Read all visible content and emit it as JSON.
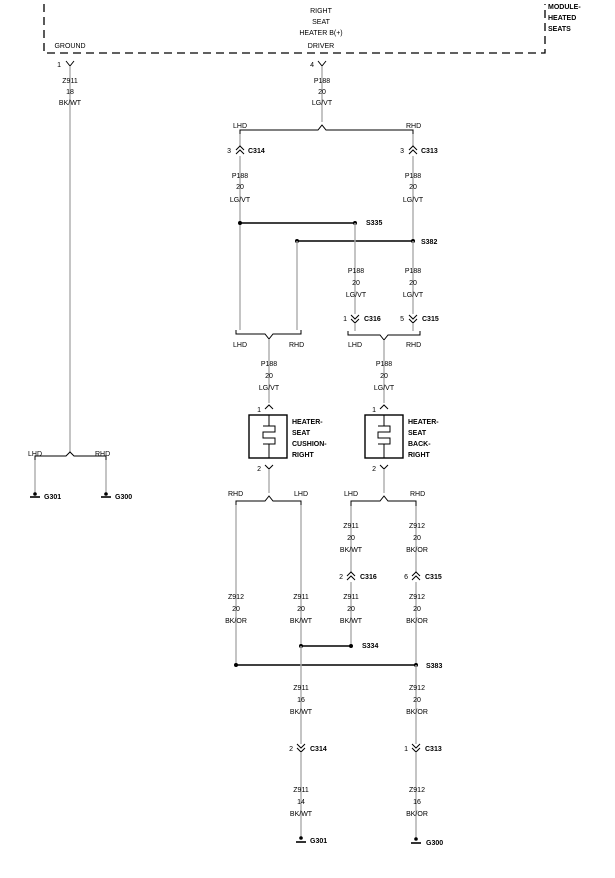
{
  "module": {
    "name_lines": [
      "MODULE-",
      "HEATED",
      "SEATS"
    ],
    "function_lines": [
      "RIGHT",
      "SEAT",
      "HEATER B(+)",
      "DRIVER"
    ],
    "ground_label": "GROUND",
    "ground_pin": "1",
    "driver_pin": "4"
  },
  "wires": {
    "z911_module": [
      "Z911",
      "18",
      "BK/WT"
    ],
    "p188_module": [
      "P188",
      "20",
      "LG/VT"
    ],
    "p188_c314": [
      "P188",
      "20",
      "LG/VT"
    ],
    "p188_c313": [
      "P188",
      "20",
      "LG/VT"
    ],
    "p188_s335": [
      "P188",
      "20",
      "LG/VT"
    ],
    "p188_s382": [
      "P188",
      "20",
      "LG/VT"
    ],
    "p188_cushion": [
      "P188",
      "20",
      "LG/VT"
    ],
    "p188_back": [
      "P188",
      "20",
      "LG/VT"
    ],
    "z911_back": [
      "Z911",
      "20",
      "BK/WT"
    ],
    "z912_back": [
      "Z912",
      "20",
      "BK/OR"
    ],
    "z911_c316": [
      "Z911",
      "20",
      "BK/WT"
    ],
    "z912_c315": [
      "Z912",
      "20",
      "BK/OR"
    ],
    "z912_left": [
      "Z912",
      "20",
      "BK/OR"
    ],
    "z911_mid": [
      "Z911",
      "20",
      "BK/WT"
    ],
    "z911_s383": [
      "Z911",
      "16",
      "BK/WT"
    ],
    "z912_s383": [
      "Z912",
      "20",
      "BK/OR"
    ],
    "z911_g301": [
      "Z911",
      "14",
      "BK/WT"
    ],
    "z912_g300": [
      "Z912",
      "16",
      "BK/OR"
    ]
  },
  "options": {
    "lhd": "LHD",
    "rhd": "RHD"
  },
  "connectors": {
    "c314_top": {
      "pin": "3",
      "name": "C314"
    },
    "c313_top": {
      "pin": "3",
      "name": "C313"
    },
    "c316_top": {
      "pin": "1",
      "name": "C316"
    },
    "c315_top": {
      "pin": "5",
      "name": "C315"
    },
    "cushion_in": {
      "pin": "1"
    },
    "cushion_out": {
      "pin": "2"
    },
    "back_in": {
      "pin": "1"
    },
    "back_out": {
      "pin": "2"
    },
    "c316_bottom": {
      "pin": "2",
      "name": "C316"
    },
    "c315_bottom": {
      "pin": "6",
      "name": "C315"
    },
    "c314_bottom": {
      "pin": "2",
      "name": "C314"
    },
    "c313_bottom": {
      "pin": "1",
      "name": "C313"
    }
  },
  "splices": {
    "s335": "S335",
    "s382": "S382",
    "s334": "S334",
    "s383": "S383"
  },
  "components": {
    "cushion_lines": [
      "HEATER-",
      "SEAT",
      "CUSHION-",
      "RIGHT"
    ],
    "back_lines": [
      "HEATER-",
      "SEAT",
      "BACK-",
      "RIGHT"
    ]
  },
  "grounds": {
    "left_g301": "G301",
    "left_g300": "G300",
    "bottom_g301": "G301",
    "bottom_g300": "G300"
  }
}
